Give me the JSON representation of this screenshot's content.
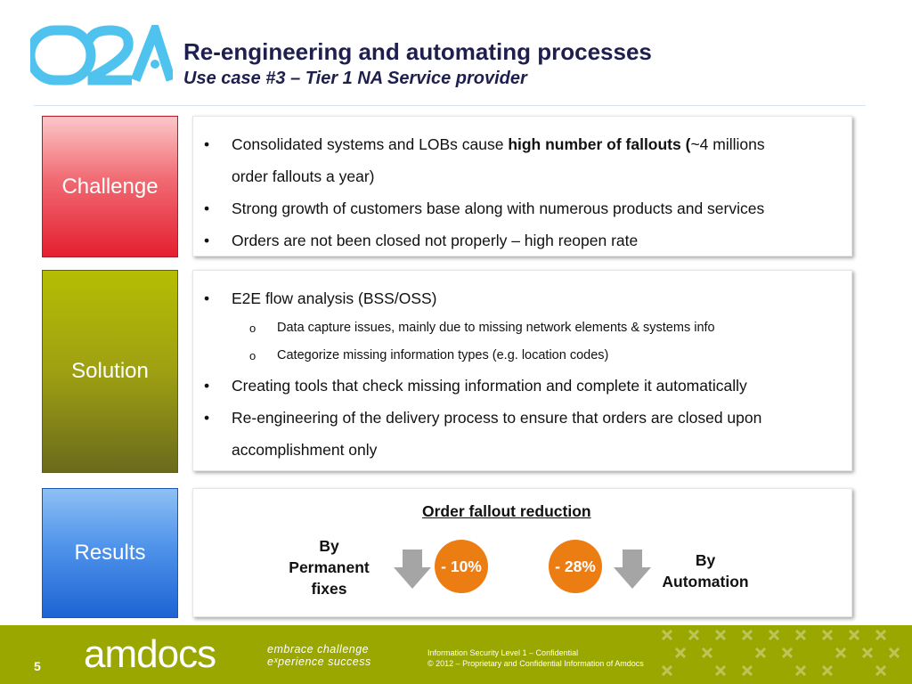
{
  "header": {
    "logo_text": "O2A",
    "title": "Re-engineering and automating processes",
    "subtitle": "Use case #3 – Tier 1 NA Service provider"
  },
  "challenge": {
    "label": "Challenge",
    "bullets": [
      {
        "pre": "Consolidated systems and LOBs cause ",
        "bold": "high number of fallouts (",
        "post": "~4 millions"
      },
      {
        "text": "order fallouts a year)"
      },
      {
        "text": "Strong growth of customers base along with numerous products and services"
      },
      {
        "text": "Orders are not been closed not properly – high reopen rate"
      }
    ]
  },
  "solution": {
    "label": "Solution",
    "bullets": [
      {
        "text": "E2E flow analysis (BSS/OSS)"
      },
      {
        "text": "Data capture issues, mainly due to missing network elements & systems info"
      },
      {
        "text": "Categorize missing information types (e.g. location codes)"
      },
      {
        "text": "Creating tools that check missing information and complete it automatically"
      },
      {
        "text": "Re-engineering of the delivery process to ensure that orders are closed upon"
      },
      {
        "text": "accomplishment only"
      }
    ]
  },
  "results": {
    "label": "Results",
    "title": "Order fallout reduction",
    "left_caption": [
      "By",
      "Permanent",
      "fixes"
    ],
    "left_value": "- 10%",
    "right_value": "- 28%",
    "right_caption": [
      "By",
      "Automation"
    ]
  },
  "footer": {
    "page_number": "5",
    "brand": "amdocs",
    "tagline_1": "embrace challenge",
    "tagline_2": "eˣperience success",
    "legal_1": "Information Security Level 1 – Confidential",
    "legal_2": "© 2012 – Proprietary and Confidential Information of Amdocs"
  },
  "colors": {
    "title": "#1f1f4f",
    "accent_orange": "#ec7d13",
    "footer_green": "#9aa700",
    "logo_blue": "#4fc3ee"
  }
}
